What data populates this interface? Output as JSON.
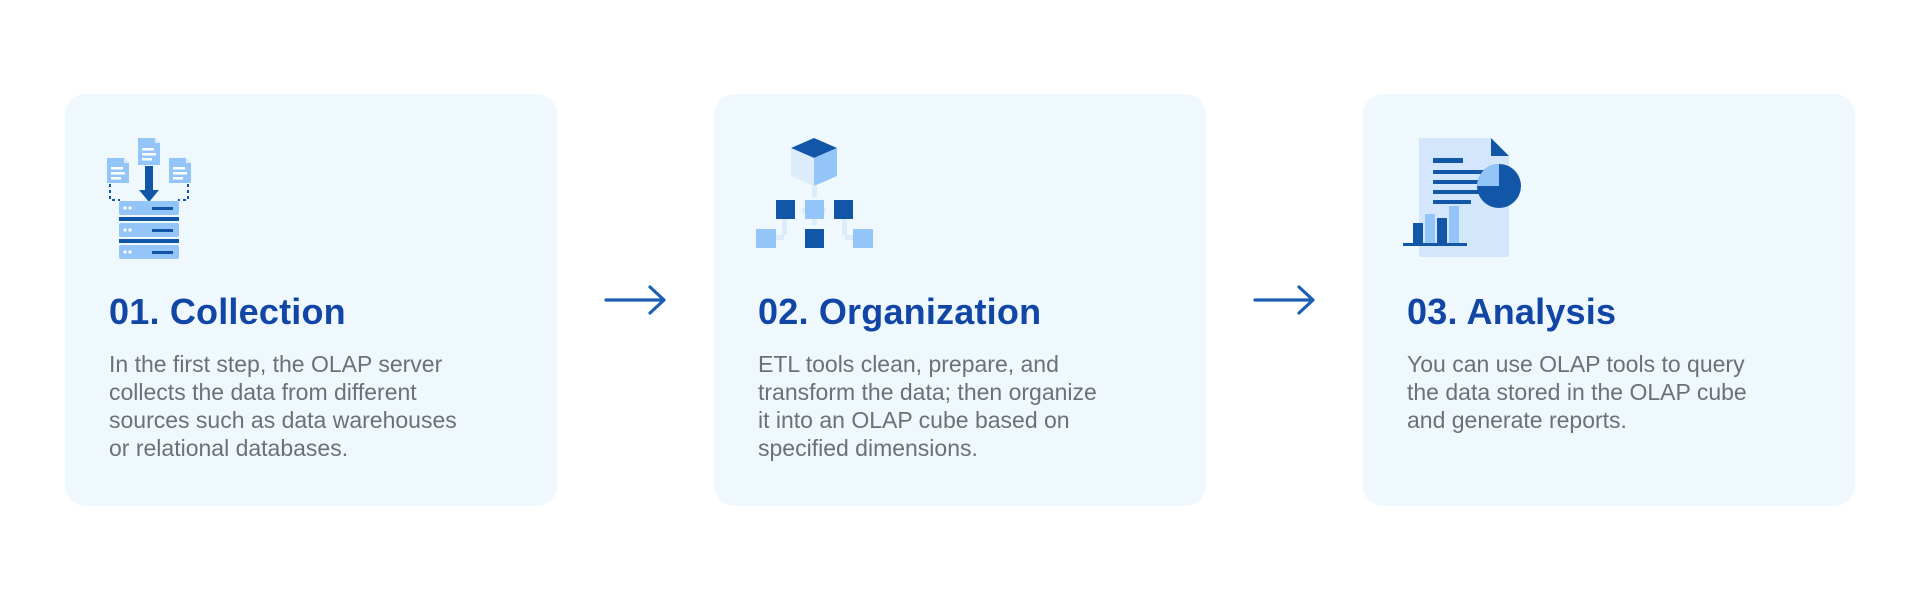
{
  "colors": {
    "card_background": "#eff8fd",
    "title": "#1146a6",
    "body_text": "#6e7074",
    "arrow": "#1a5fb4",
    "icon_dark": "#1256a8",
    "icon_light": "#93c5f9"
  },
  "steps": [
    {
      "icon": "database-collection-icon",
      "title": "01. Collection",
      "description": "In the first step, the OLAP server\ncollects the data from different\nsources such as data warehouses\nor relational databases."
    },
    {
      "icon": "cube-hierarchy-icon",
      "title": "02. Organization",
      "description": "ETL tools clean, prepare, and\ntransform the data; then organize\nit into an OLAP cube based on\nspecified dimensions."
    },
    {
      "icon": "report-chart-icon",
      "title": "03. Analysis",
      "description": "You can use OLAP tools to query\nthe data stored in the OLAP cube\nand generate reports."
    }
  ],
  "connectors": [
    {
      "icon": "arrow-right-icon"
    },
    {
      "icon": "arrow-right-icon"
    }
  ]
}
